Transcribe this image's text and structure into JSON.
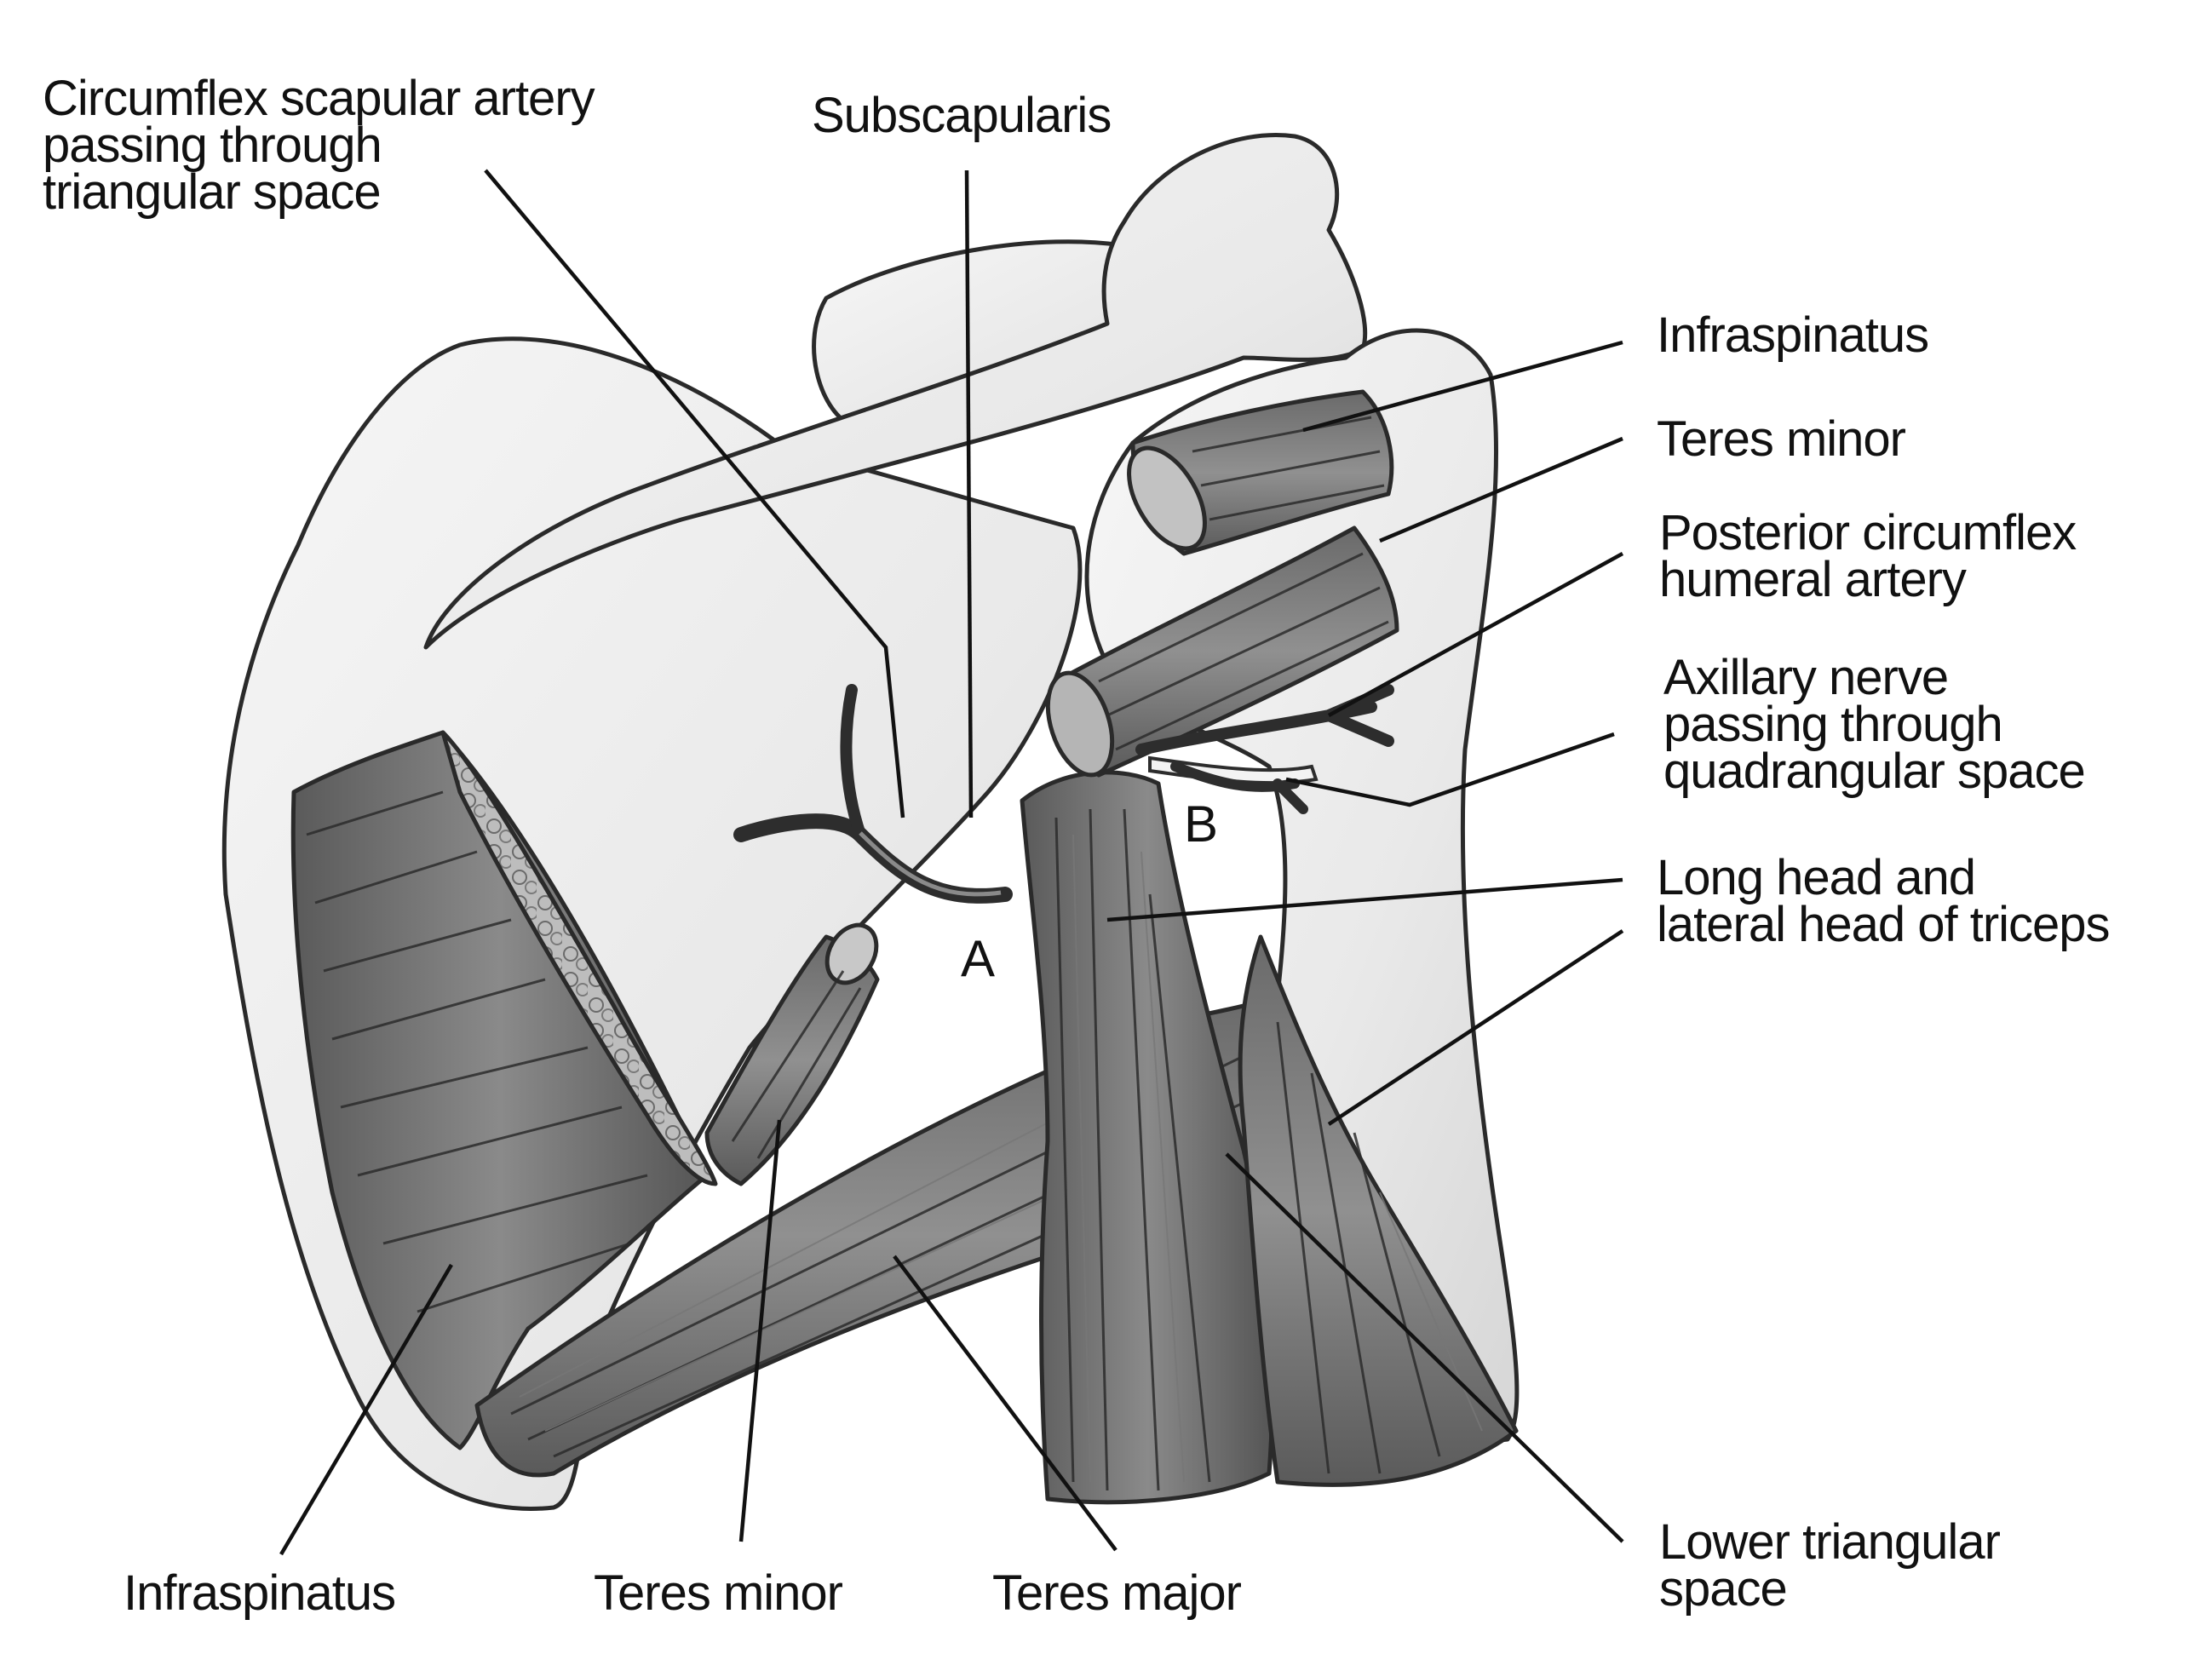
{
  "diagram": {
    "labels": {
      "circumflex_scapular": [
        "Circumflex scapular artery",
        "passing through",
        "triangular space"
      ],
      "subscapularis": "Subscapularis",
      "infraspinatus_right": "Infraspinatus",
      "teres_minor_right": "Teres minor",
      "posterior_circumflex": [
        "Posterior circumflex",
        "humeral artery"
      ],
      "axillary_nerve": [
        "Axillary nerve",
        "passing through",
        "quadrangular space"
      ],
      "triceps": [
        "Long head and",
        "lateral head of triceps"
      ],
      "lower_triangular": [
        "Lower triangular",
        "space"
      ],
      "infraspinatus_bottom": "Infraspinatus",
      "teres_minor_bottom": "Teres minor",
      "teres_major_bottom": "Teres major",
      "space_a": "A",
      "space_b": "B"
    },
    "colors": {
      "background": "#ffffff",
      "bone": "#eeeeee",
      "muscle": "#6f6f6f",
      "muscle_dark": "#4a4a4a",
      "outline": "#2a2a2a",
      "text": "#111111"
    }
  }
}
